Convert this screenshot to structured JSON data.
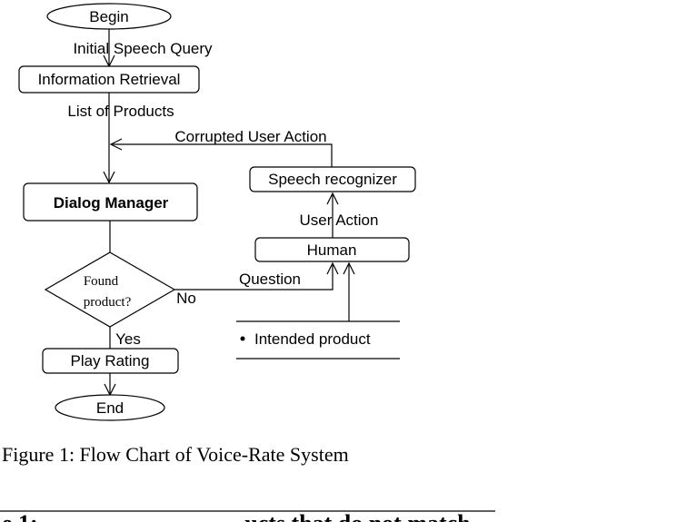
{
  "flowchart": {
    "begin": "Begin",
    "initial_query": "Initial Speech Query",
    "information_retrieval": "Information Retrieval",
    "list_of_products": "List of Products",
    "corrupted_user_action": "Corrupted User Action",
    "speech_recognizer": "Speech recognizer",
    "dialog_manager": "Dialog Manager",
    "user_action": "User Action",
    "human": "Human",
    "decision_line1": "Found",
    "decision_line2": "product?",
    "no_label": "No",
    "question_label": "Question",
    "yes_label": "Yes",
    "intended_product": "Intended product",
    "play_rating": "Play Rating",
    "end": "End"
  },
  "caption": "Figure 1: Flow Chart of Voice-Rate System",
  "bottom_fragment": "e 1:                                   ucts that do not match"
}
